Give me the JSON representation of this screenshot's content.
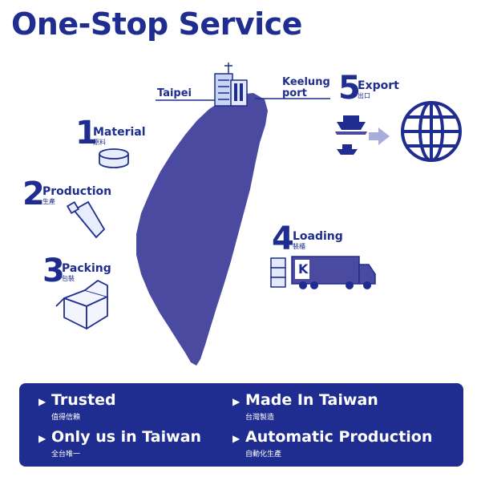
{
  "title": "One-Stop Service",
  "places": {
    "taipei": "Taipei",
    "keelung": "Keelung port"
  },
  "steps": [
    {
      "number": "1",
      "name": "Material",
      "cn": "原料"
    },
    {
      "number": "2",
      "name": "Production",
      "cn": "生產"
    },
    {
      "number": "3",
      "name": "Packing",
      "cn": "包裝"
    },
    {
      "number": "4",
      "name": "Loading",
      "cn": "裝櫃"
    },
    {
      "number": "5",
      "name": "Export",
      "cn": "出口"
    }
  ],
  "truck_brand": "K",
  "features": [
    {
      "en": "Trusted",
      "cn": "值得信賴"
    },
    {
      "en": "Made In Taiwan",
      "cn": "台灣製造"
    },
    {
      "en": "Only us in Taiwan",
      "cn": "全台唯一"
    },
    {
      "en": "Automatic Production",
      "cn": "自動化生產"
    }
  ],
  "colors": {
    "brand_blue": "#1e2d8f",
    "island": "#4a4aa0",
    "arrow": "#a7aede"
  },
  "icons": [
    "material-disc-icon",
    "tube-icon",
    "box-icon",
    "container-stack-icon",
    "truck-icon",
    "ship-icon",
    "globe-icon",
    "building-icon",
    "arrow-right-icon"
  ]
}
